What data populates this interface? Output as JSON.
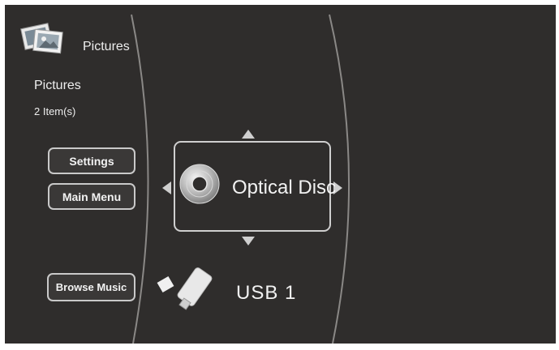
{
  "header": {
    "icon": "pictures-icon",
    "title": "Pictures"
  },
  "info": {
    "title": "Pictures",
    "count": "2 Item(s)"
  },
  "side_buttons": {
    "settings": "Settings",
    "main_menu": "Main Menu",
    "browse_music": "Browse Music"
  },
  "devices": {
    "selected": {
      "label": "Optical Disc",
      "icon": "optical-disc-icon"
    },
    "next": {
      "label": "USB 1",
      "icon": "usb-drive-icon"
    }
  },
  "colors": {
    "background": "#2f2d2c",
    "text": "#f2f2f2",
    "border": "#cfcfcf"
  }
}
